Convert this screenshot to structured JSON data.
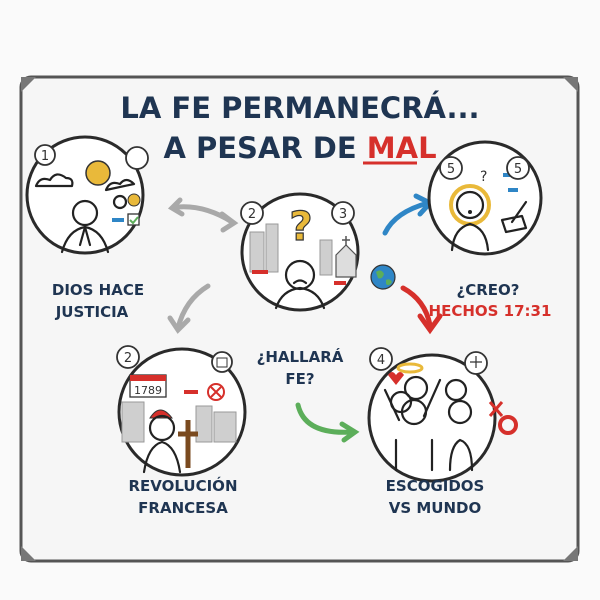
{
  "title": {
    "line1": "LA FE PERMANECRÁ...",
    "line2_prefix": "A PESAR DE ",
    "line2_highlight": "MAL"
  },
  "nodes": {
    "dios": {
      "badges": [
        "1",
        ""
      ],
      "label1": "DIOS HACE",
      "label2": "JUSTICIA"
    },
    "center": {
      "badges": [
        "2",
        "3"
      ],
      "label1": "¿HALLARÁ",
      "label2": "FE?"
    },
    "creo": {
      "badges": [
        "5",
        "5"
      ],
      "label1": "¿CREO?",
      "label2": "HECHOS 17:31"
    },
    "revolucion": {
      "badges": [
        "2"
      ],
      "year": "1789",
      "label1": "REVOLUCIÓN",
      "label2": "FRANCESA"
    },
    "escogidos": {
      "badges": [
        "4"
      ],
      "label1": "ESCOGIDOS",
      "label2": "VS MUNDO"
    }
  },
  "colors": {
    "navy": "#1f3552",
    "red": "#d6302b",
    "blue": "#2f86c6",
    "green": "#5cae5a",
    "gray": "#a9a9a9",
    "gold": "#e9b93a"
  }
}
